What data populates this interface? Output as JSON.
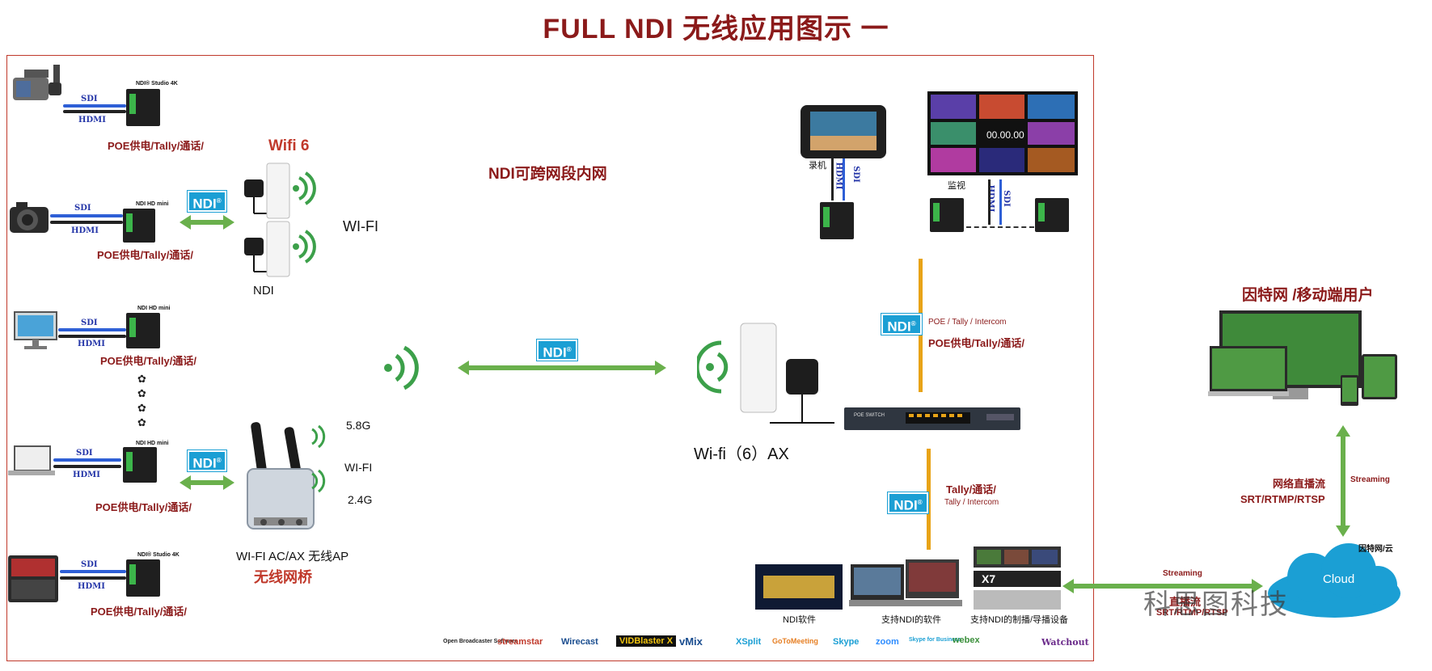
{
  "title": "FULL NDI 无线应用图示 一",
  "labels": {
    "sdi": "SDI",
    "hdmi": "HDMI",
    "ndi": "NDI",
    "ndi_sup": "®",
    "poe": "POE供电/Tally/通话/",
    "studio4k": "NDI® Studio 4K",
    "hdmini": "NDI HD mini",
    "wifi6": "Wifi 6",
    "wifi_caps": "WI-FI",
    "ndi_word": "NDI",
    "cross_subnet": "NDI可跨网段内网",
    "ghz58": "5.8G",
    "wifi_mid": "WI-FI",
    "ghz24": "2.4G",
    "ap_label": "WI-FI  AC/AX  无线AP",
    "bridge": "无线网桥",
    "wifi_ax": "Wi-fi（6）AX",
    "recorder": "录机",
    "monitor": "监视",
    "poe_en": "POE / Tally / Intercom",
    "poe_cn": "POE供电/Tally/通话/",
    "tally_cn": "Tally/通话/",
    "tally_en": "Tally / Intercom",
    "switch_label": "POE SWITCH",
    "ndi_software": "NDI软件",
    "support_software": "支持NDI的软件",
    "support_device": "支持NDI的制播/导播设备",
    "internet_users": "因特网 /移动端用户",
    "live_stream": "网络直播流",
    "protocols": "SRT/RTMP/RTSP",
    "streaming": "Streaming",
    "internet_cloud": "因特网/云",
    "cloud": "Cloud",
    "streaming2": "Streaming",
    "live_cut": "直播流",
    "live_cut2": "SRT/RTMP/RTSP",
    "watermark": "科思图科技",
    "timer": "00.00.00",
    "x7": "X7"
  },
  "logos": [
    "Open Broadcaster Software",
    "streamstar",
    "Wirecast",
    "VIDBlaster X",
    "vMix",
    "XSplit",
    "GoToMeeting",
    "Skype",
    "zoom",
    "Skype for Business",
    "webex",
    "Watchout"
  ],
  "colors": {
    "title": "#8b1a1a",
    "ndi_blue": "#1b9fd4",
    "arrow_green": "#6ab04c",
    "cable_orange": "#e8a317",
    "frame": "#c0392b"
  }
}
